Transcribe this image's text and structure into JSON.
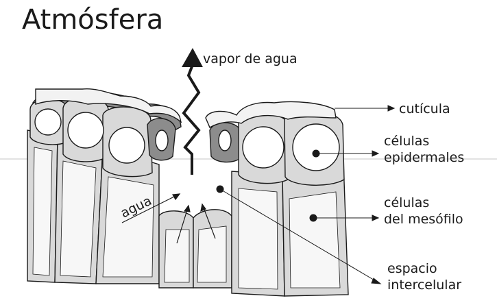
{
  "title": "Atmósfera",
  "labels": {
    "vapor": "vapor de agua",
    "cuticula": "cutícula",
    "epidermales_1": "células",
    "epidermales_2": "epidermales",
    "mesofilo_1": "células",
    "mesofilo_2": "del mesófilo",
    "espacio_1": "espacio",
    "espacio_2": "intercelular",
    "agua": "agua"
  },
  "colors": {
    "ink": "#1a1a1a",
    "cell_fill": "#d9d9d9",
    "cuticle_dark": "#8c8c8c",
    "cell_light": "#f5f5f5",
    "guide_line": "#b0b0b0"
  }
}
